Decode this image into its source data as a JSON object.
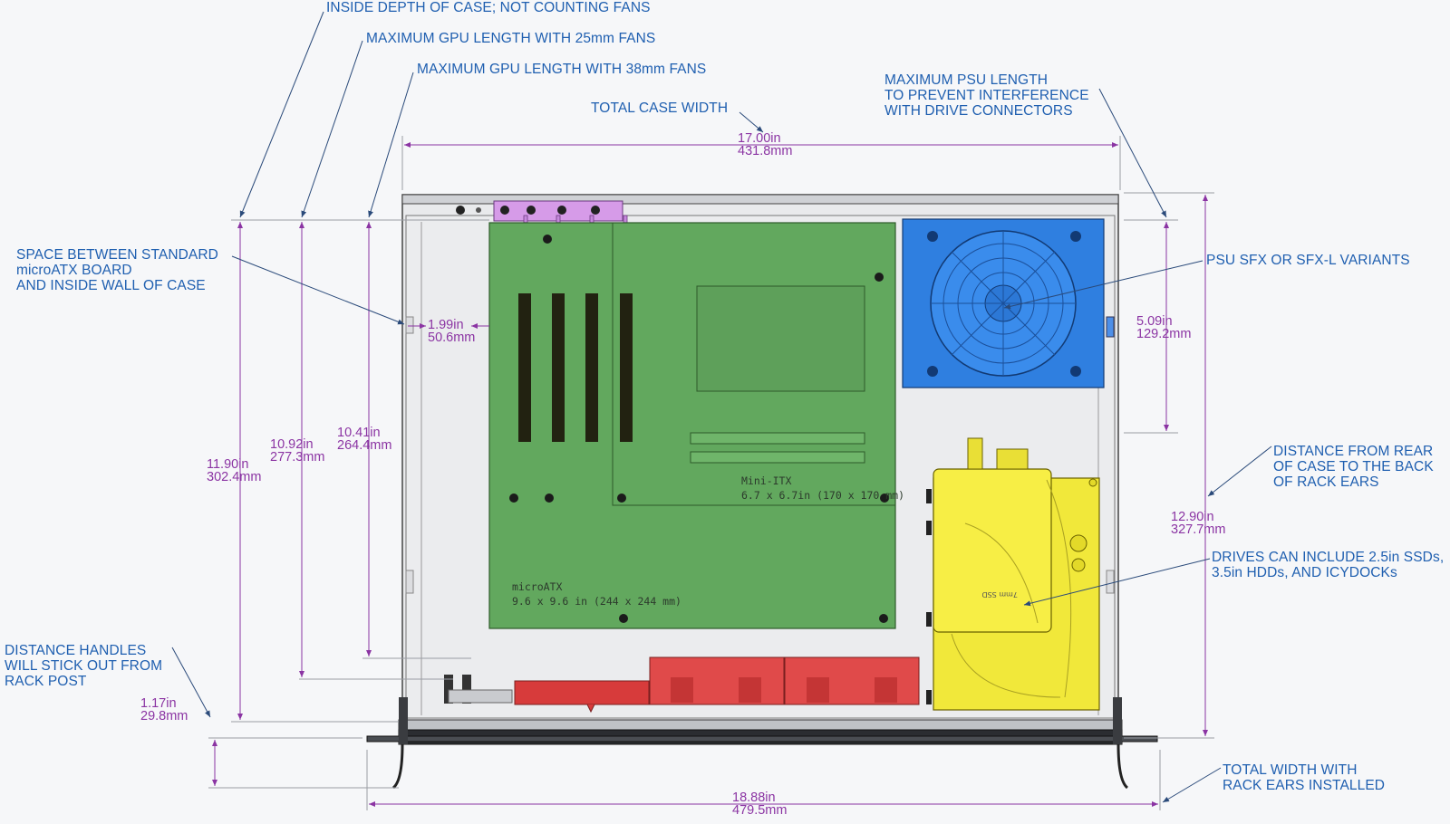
{
  "callouts": {
    "inside_depth": "INSIDE DEPTH OF CASE; NOT COUNTING FANS",
    "gpu_25mm": "MAXIMUM GPU LENGTH WITH 25mm FANS",
    "gpu_38mm": "MAXIMUM GPU LENGTH WITH 38mm FANS",
    "total_case_width": "TOTAL CASE WIDTH",
    "psu_length": [
      "MAXIMUM PSU LENGTH",
      "TO PREVENT INTERFERENCE",
      "WITH DRIVE CONNECTORS"
    ],
    "board_space": [
      "SPACE BETWEEN STANDARD",
      "microATX BOARD",
      "AND INSIDE WALL OF CASE"
    ],
    "psu_variants": "PSU SFX OR SFX-L VARIANTS",
    "rack_ears_distance": [
      "DISTANCE FROM REAR",
      "OF CASE TO THE BACK",
      "OF RACK EARS"
    ],
    "drives": [
      "DRIVES CAN INCLUDE 2.5in SSDs,",
      "3.5in HDDs,  AND ICYDOCKs"
    ],
    "handles": [
      "DISTANCE HANDLES",
      "WILL STICK OUT FROM",
      "RACK POST"
    ],
    "total_width_ears": [
      "TOTAL WIDTH WITH",
      "RACK EARS INSTALLED"
    ]
  },
  "dims": {
    "case_width": [
      "17.00in",
      "431.8mm"
    ],
    "board_gap": [
      "1.99in",
      "50.6mm"
    ],
    "psu_len": [
      "5.09in",
      "129.2mm"
    ],
    "inside_depth": [
      "11.90in",
      "302.4mm"
    ],
    "gpu25": [
      "10.92in",
      "277.3mm"
    ],
    "gpu38": [
      "10.41in",
      "264.4mm"
    ],
    "rack_depth": [
      "12.90in",
      "327.7mm"
    ],
    "handles": [
      "1.17in",
      "29.8mm"
    ],
    "total_width": [
      "18.88in",
      "479.5mm"
    ]
  },
  "boards": {
    "mini_itx": [
      "Mini-ITX",
      "6.7 x 6.7in (170 x 170 mm)"
    ],
    "micro_atx": [
      "microATX",
      "9.6 x 9.6 in (244 x 244 mm)"
    ],
    "ssd_label": "7mm SSD"
  },
  "colors": {
    "callout": "#1f5fb0",
    "dimension": "#8b34a3",
    "board": "#62a85e",
    "psu": "#2f7fe0",
    "drive": "#f4ec3a",
    "fans": "#e04a4a",
    "bracket": "#d69be8"
  }
}
